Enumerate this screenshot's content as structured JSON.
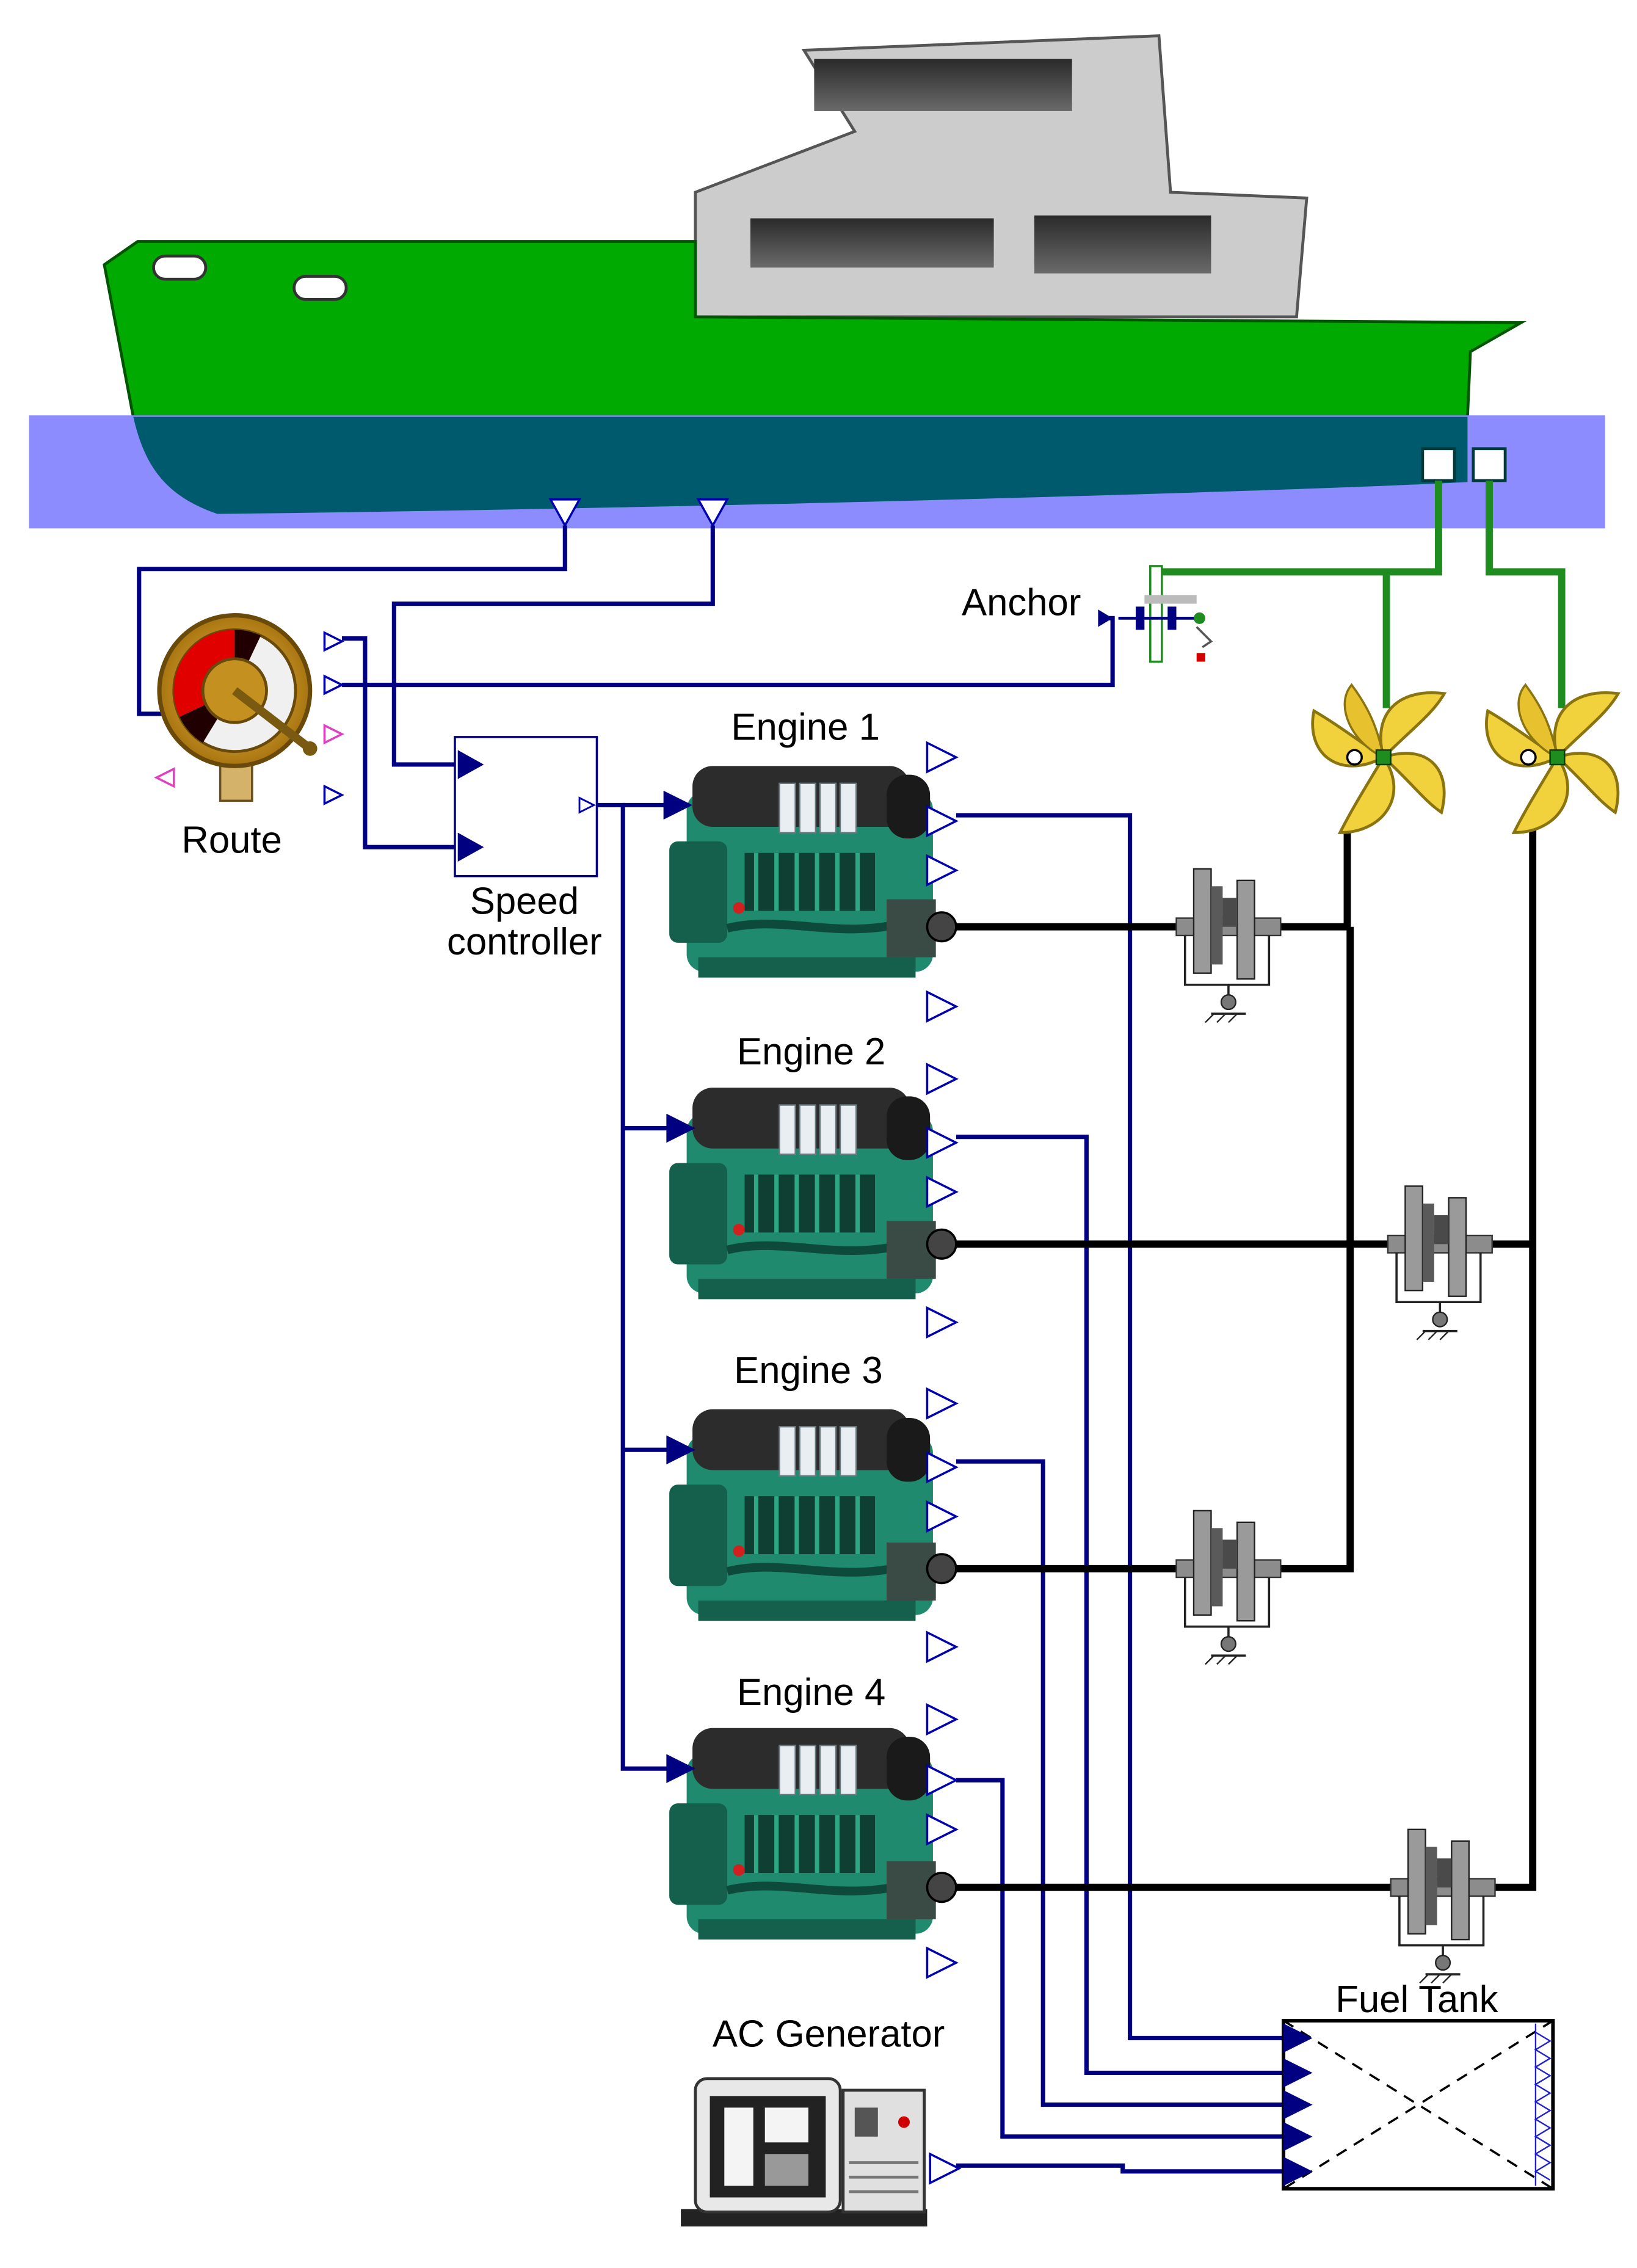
{
  "labels": {
    "route": "Route",
    "speed_controller_line1": "Speed",
    "speed_controller_line2": "controller",
    "anchor": "Anchor",
    "engines": [
      "Engine 1",
      "Engine 2",
      "Engine 3",
      "Engine 4"
    ],
    "ac_generator": "AC Generator",
    "fuel_tank": "Fuel Tank"
  },
  "colors": {
    "hull": "#00aa00",
    "hull_submerged": "#005a6e",
    "water": "#8c8cff",
    "cabin": "#cccccc",
    "signal_line": "#000080",
    "mechanical_line": "#1e8c1e",
    "shaft": "#000000",
    "propeller": "#f2d23c",
    "engine_body": "#1f8a6e"
  },
  "icons": {
    "route": "ship-wheel-icon",
    "anchor": "anchor-icon",
    "propeller": "propeller-icon",
    "engine": "diesel-engine-icon",
    "gearbox": "gearbox-icon",
    "generator": "generator-icon",
    "fuel_tank": "fuel-tank-icon"
  }
}
